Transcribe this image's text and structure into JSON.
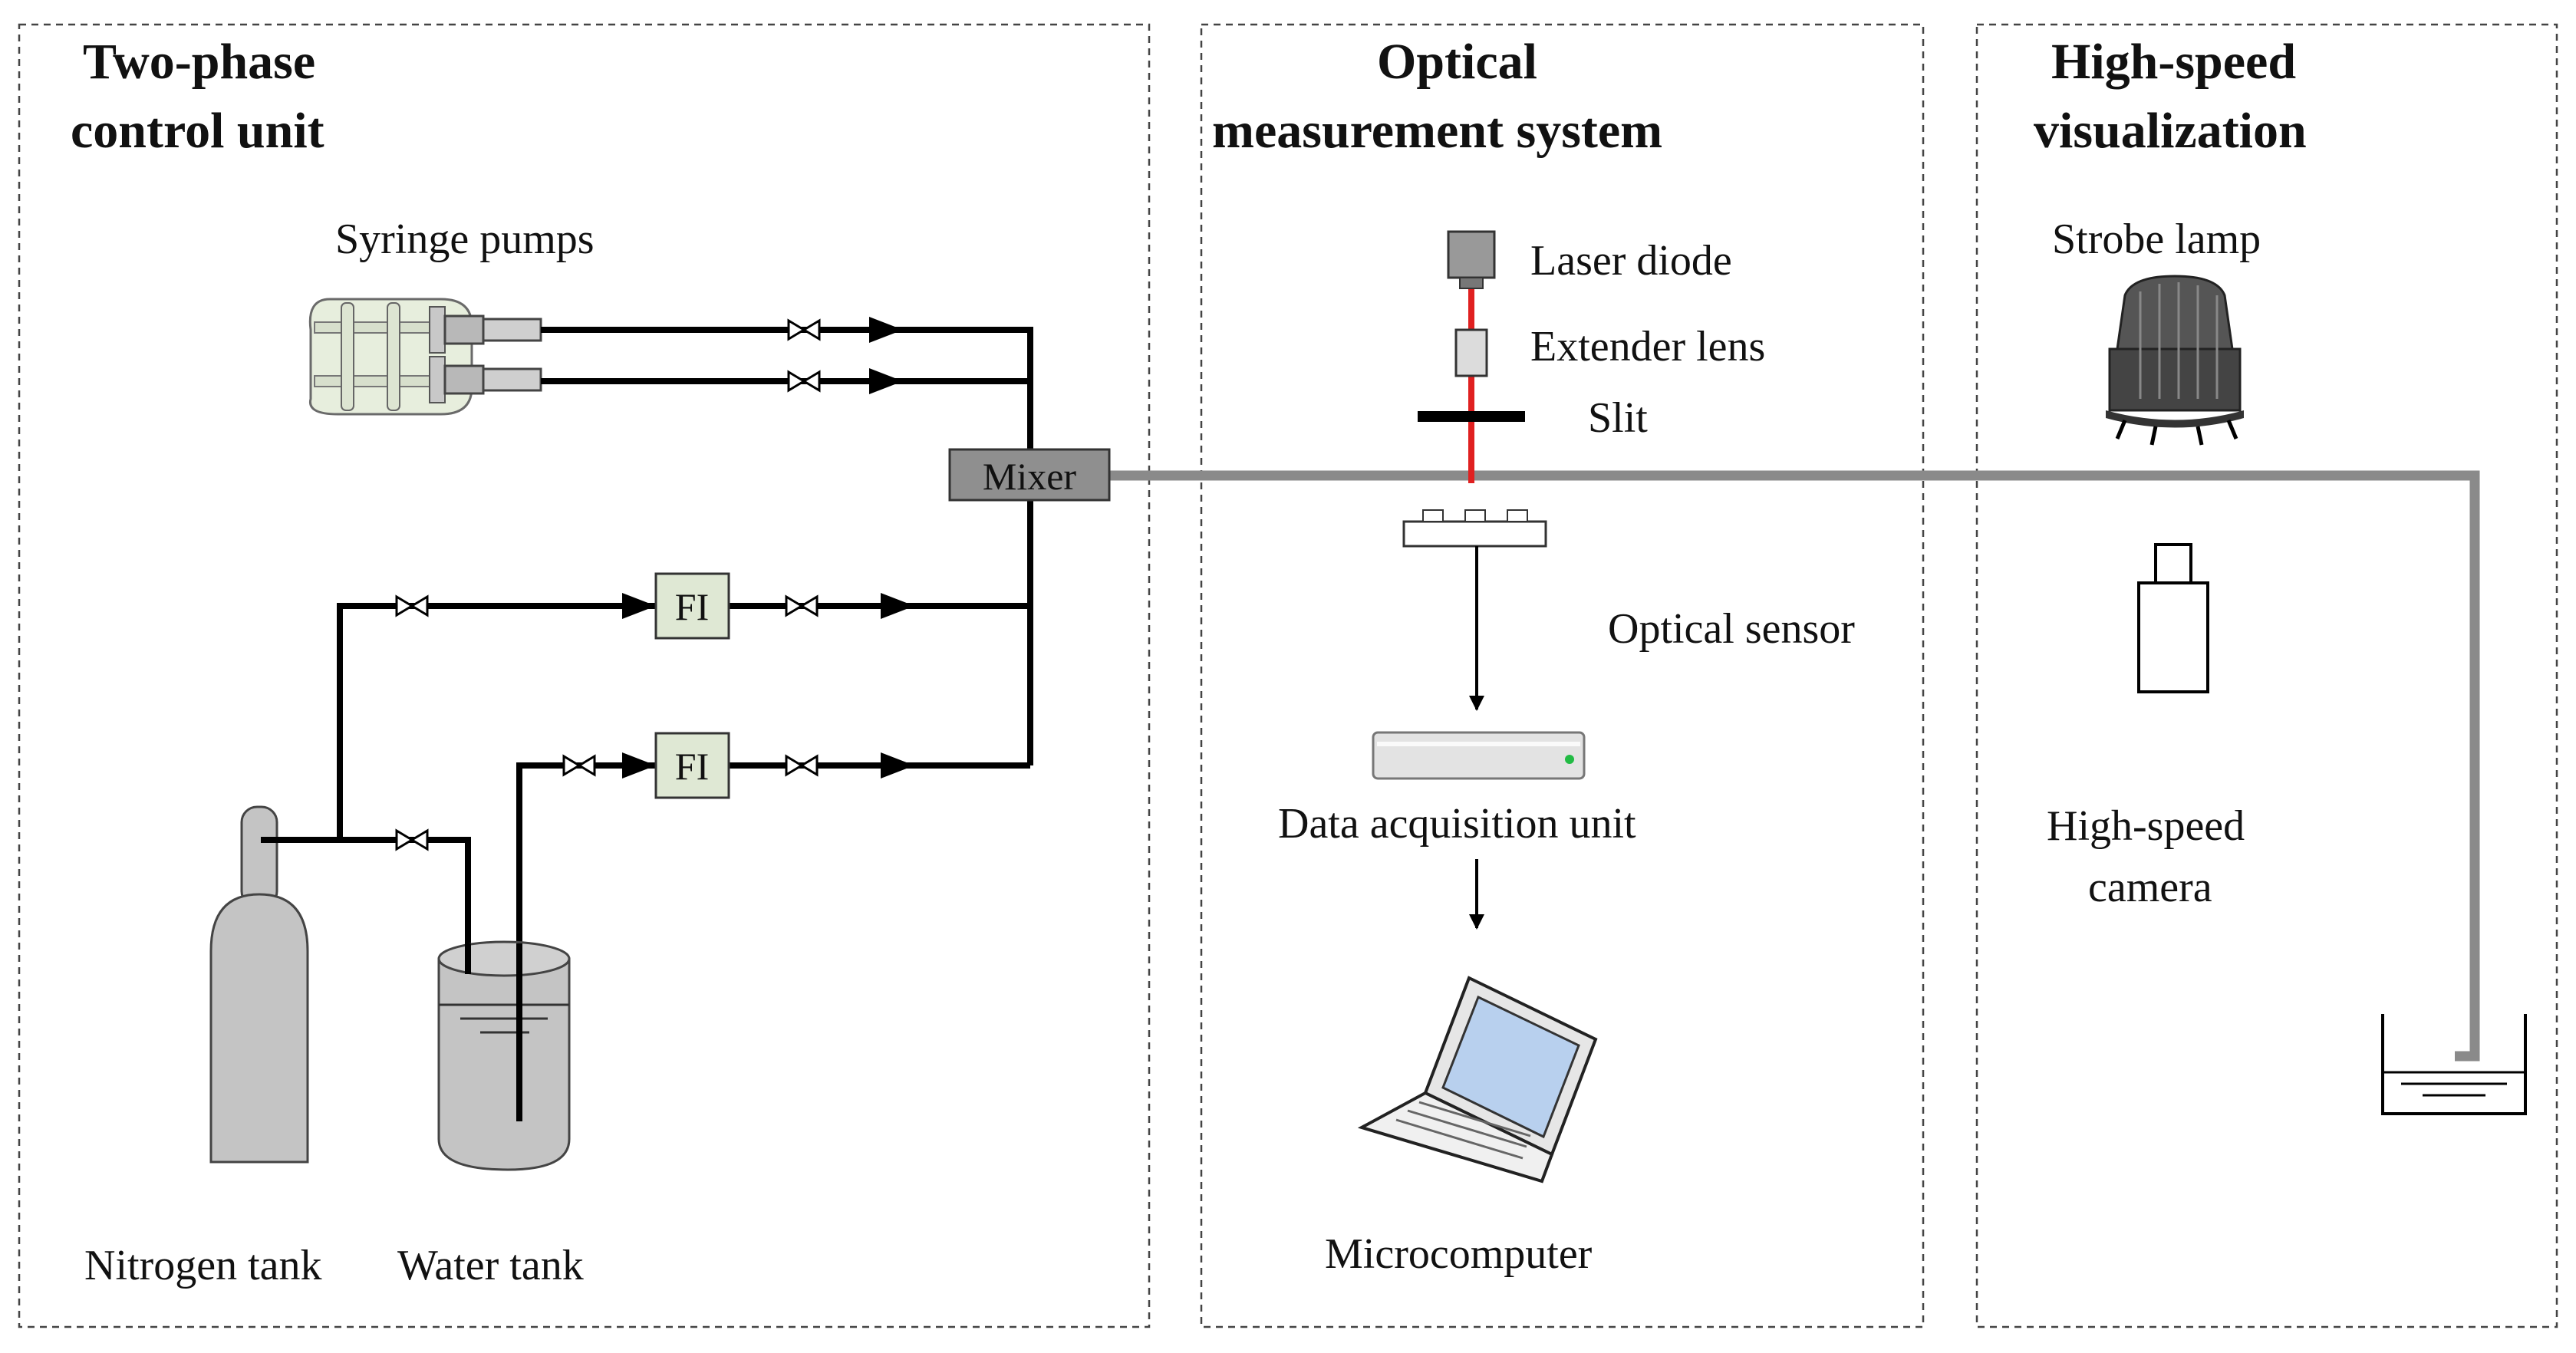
{
  "sections": {
    "control": {
      "title_line1": "Two-phase",
      "title_line2": "control unit"
    },
    "optical": {
      "title_line1": "Optical",
      "title_line2": "measurement system"
    },
    "visual": {
      "title_line1": "High-speed",
      "title_line2": "visualization"
    }
  },
  "labels": {
    "syringe_pumps": "Syringe pumps",
    "mixer": "Mixer",
    "fi": "FI",
    "nitrogen_tank": "Nitrogen tank",
    "water_tank": "Water tank",
    "laser_diode": "Laser diode",
    "extender_lens": "Extender lens",
    "slit": "Slit",
    "optical_sensor": "Optical sensor",
    "data_acquisition_unit": "Data acquisition unit",
    "microcomputer": "Microcomputer",
    "strobe_lamp": "Strobe lamp",
    "camera_line1": "High-speed",
    "camera_line2": "camera"
  },
  "colors": {
    "laser_beam": "#e02020",
    "test_tube": "#8a8a8a",
    "component_fill": "#dfe8d4",
    "tank_fill": "#c4c4c4",
    "mixer_fill": "#8f8f8f",
    "daq_led": "#22bb44",
    "laptop_screen": "#b8d0ee"
  }
}
